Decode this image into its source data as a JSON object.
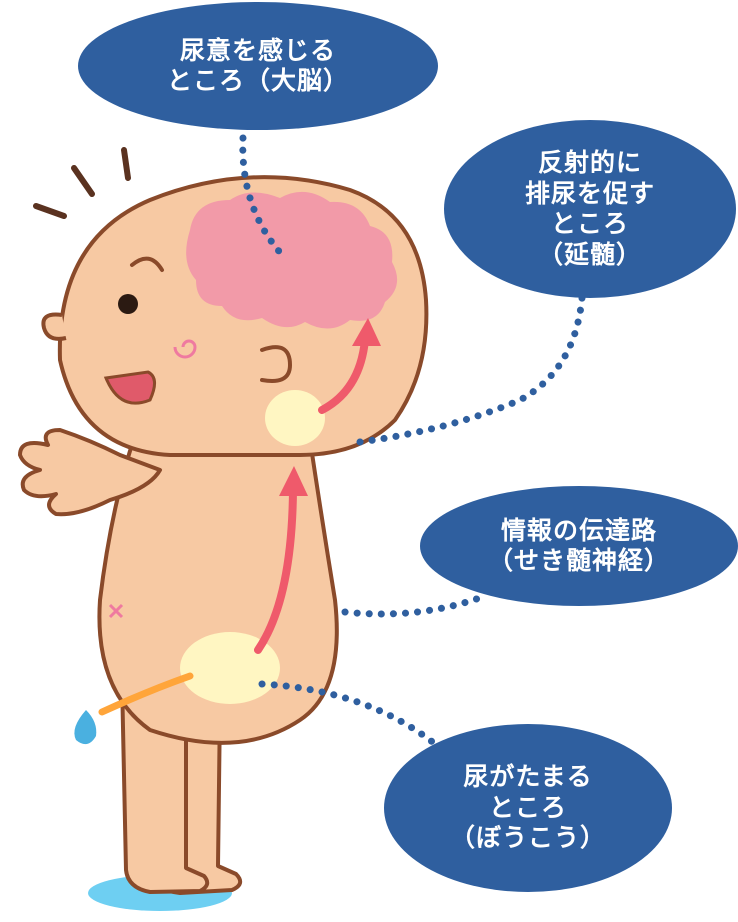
{
  "colors": {
    "bubble": "#2f5f9f",
    "bubble_text": "#ffffff",
    "skin": "#f7c9a3",
    "outline": "#8a4a2a",
    "brain": "#f29aa8",
    "organ_highlight": "#fff6c2",
    "nerve_arrow": "#ef5a6b",
    "dotted_line": "#2f5f9f",
    "urine": "#ffa53a",
    "water_drop": "#4ab0e0"
  },
  "labels": {
    "brain": {
      "lines": [
        "尿意を感じる",
        "ところ（大脳）"
      ]
    },
    "medulla": {
      "lines": [
        "反射的に",
        "排尿を促す",
        "ところ",
        "（延髄）"
      ]
    },
    "spinal_cord": {
      "lines": [
        "情報の伝達路",
        "（せき髄神経）"
      ]
    },
    "bladder": {
      "lines": [
        "尿がたまる",
        "ところ",
        "（ぼうこう）"
      ]
    }
  }
}
